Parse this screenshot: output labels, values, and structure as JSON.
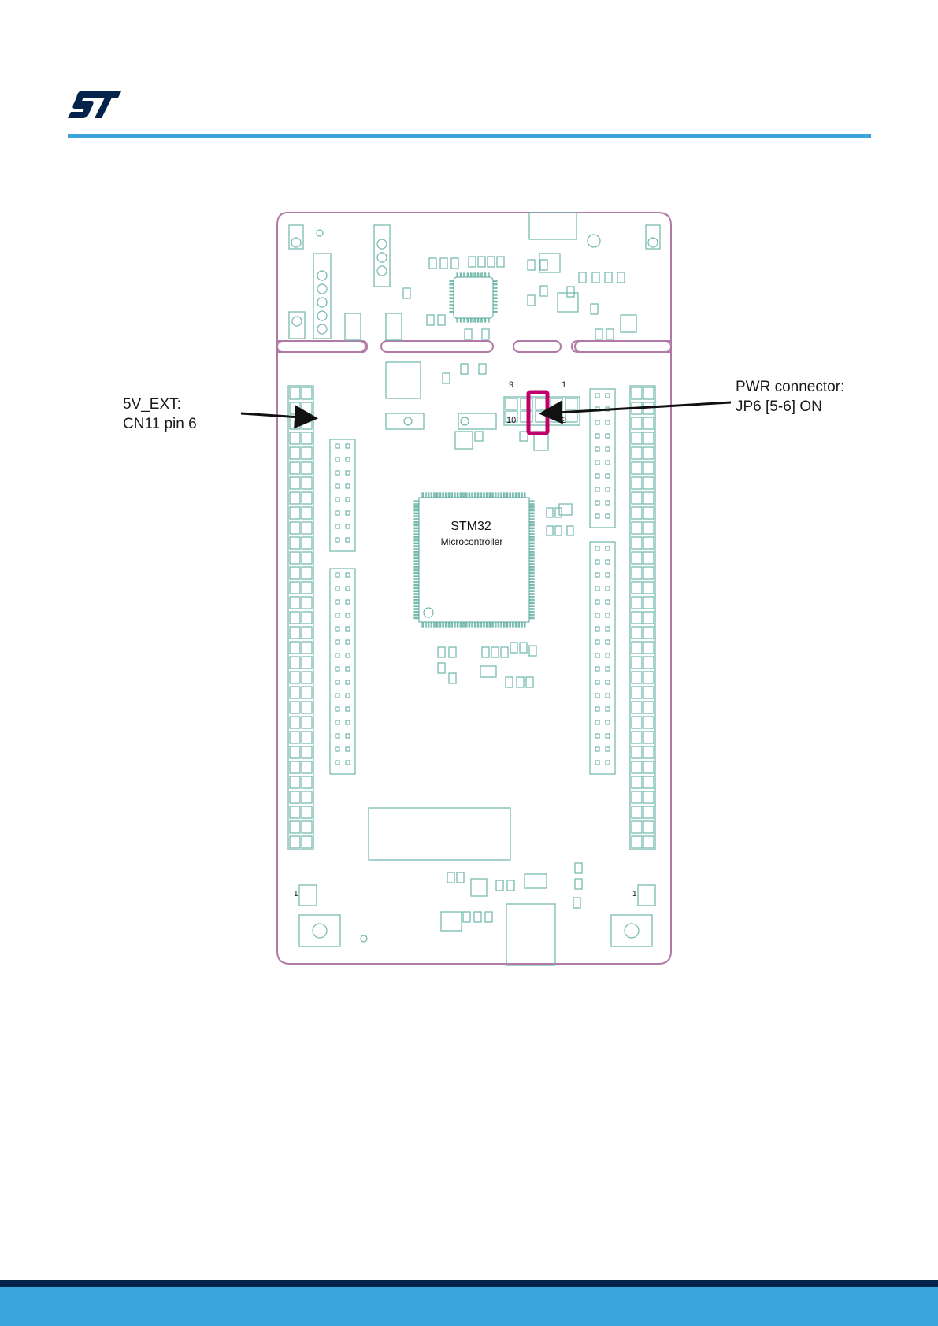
{
  "header": {
    "logo": "st-logo-icon",
    "accent_color": "#3ba5de"
  },
  "board": {
    "outline_color": "#b07aa4",
    "component_color": "#6fb6a9",
    "mcu_label_line1": "STM32",
    "mcu_label_line2": "Microcontroller",
    "jumper_top_left": "9",
    "jumper_top_right": "1",
    "jumper_bottom_left": "10",
    "jumper_bottom_right": "2",
    "connector_pin_label": "1"
  },
  "callouts": [
    {
      "lines": [
        "5V_EXT:",
        "CN11 pin 6"
      ]
    },
    {
      "lines": [
        "PWR connector:",
        "JP6 [5-6] ON"
      ]
    }
  ],
  "highlight_color": "#c2006b",
  "footer": {
    "dark_color": "#03234b",
    "light_color": "#3ba5de"
  }
}
